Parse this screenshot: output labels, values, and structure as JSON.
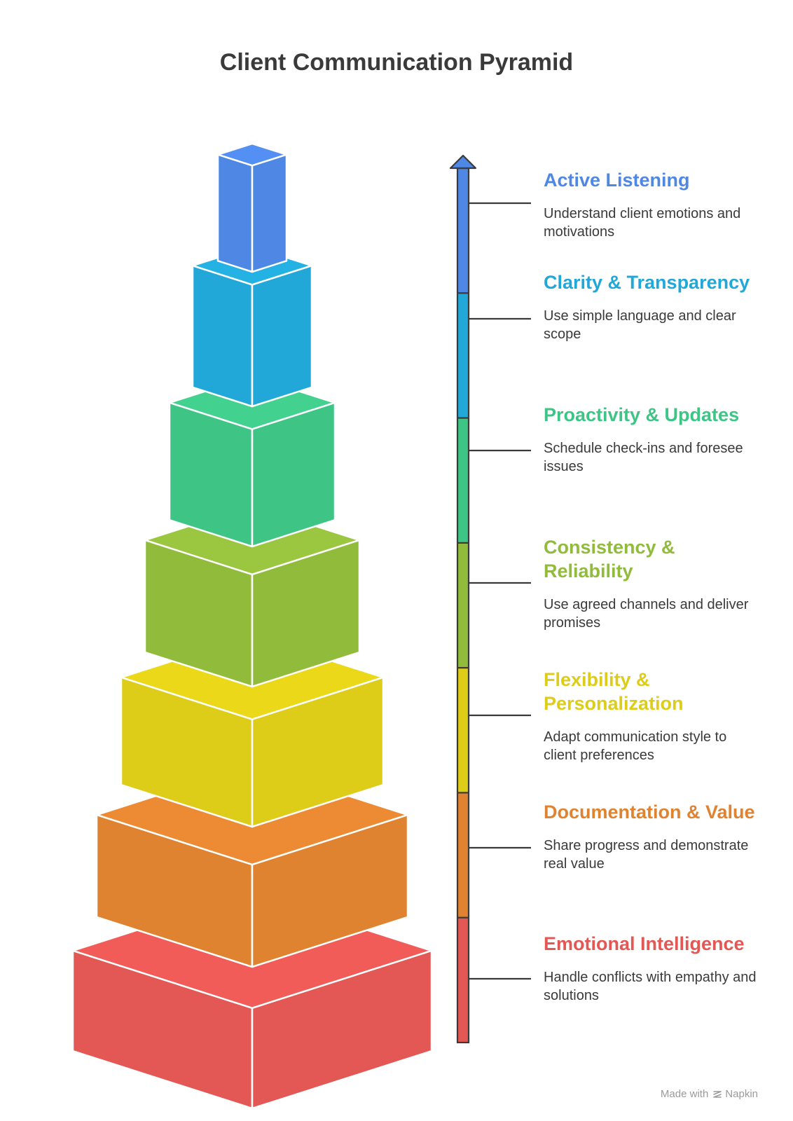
{
  "title": "Client Communication Pyramid",
  "levels": [
    {
      "title": "Active Listening",
      "desc": "Understand client emotions and motivations",
      "color": "#4F87E5"
    },
    {
      "title": "Clarity & Transparency",
      "desc": "Use simple language and clear scope",
      "color": "#22A8D8"
    },
    {
      "title": "Proactivity & Updates",
      "desc": "Schedule check-ins and foresee issues",
      "color": "#3EC586"
    },
    {
      "title": "Consistency & Reliability",
      "desc": "Use agreed channels and deliver promises",
      "color": "#91BC3B"
    },
    {
      "title": "Flexibility & Personalization",
      "desc": "Adapt communication style to client preferences",
      "color": "#DDCC18"
    },
    {
      "title": "Documentation & Value",
      "desc": "Share progress and demonstrate real value",
      "color": "#DF8331"
    },
    {
      "title": "Emotional Intelligence",
      "desc": "Handle conflicts with empathy and solutions",
      "color": "#E35754"
    }
  ],
  "footer": {
    "made_with": "Made with",
    "brand": "Napkin",
    "icon": "napkin-logo-icon"
  }
}
